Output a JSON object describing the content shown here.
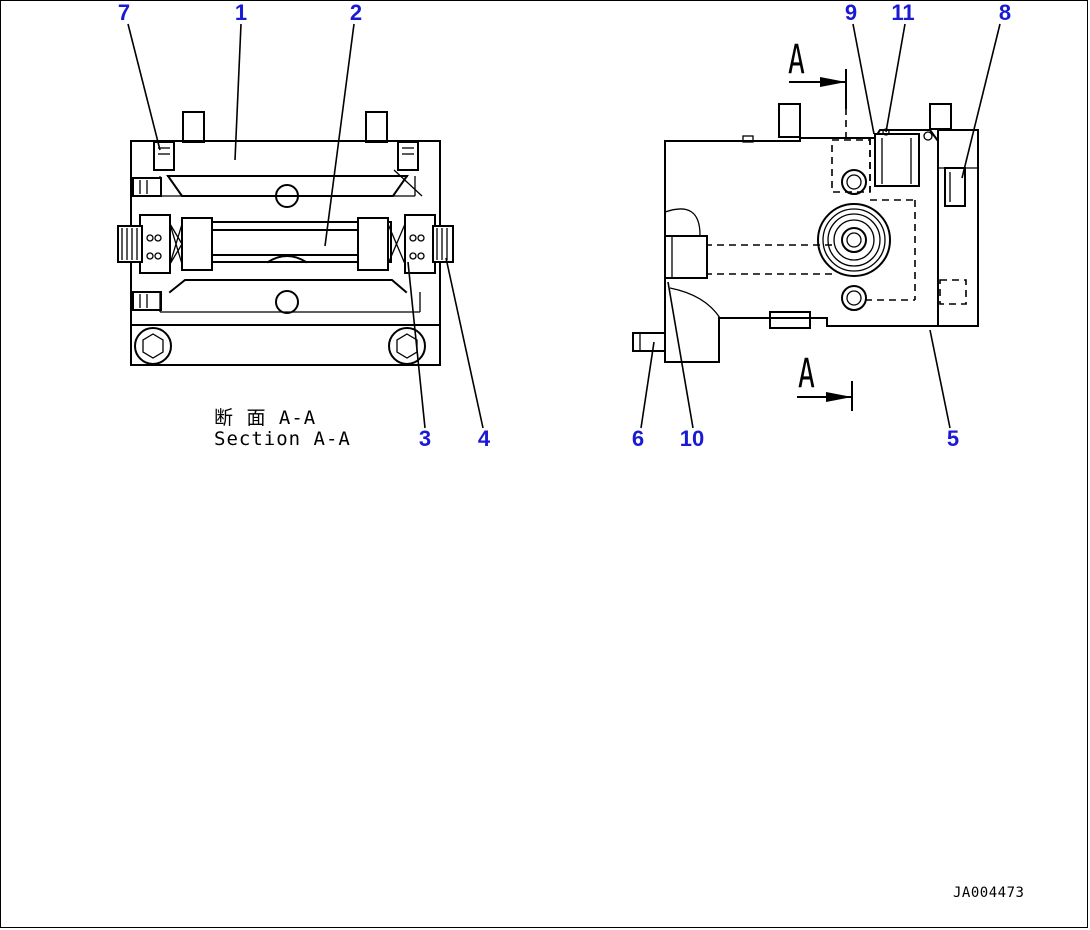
{
  "drawing": {
    "callouts": [
      {
        "id": "c1",
        "label": "1"
      },
      {
        "id": "c2",
        "label": "2"
      },
      {
        "id": "c3",
        "label": "3"
      },
      {
        "id": "c4",
        "label": "4"
      },
      {
        "id": "c5",
        "label": "5"
      },
      {
        "id": "c6",
        "label": "6"
      },
      {
        "id": "c7",
        "label": "7"
      },
      {
        "id": "c8",
        "label": "8"
      },
      {
        "id": "c9",
        "label": "9"
      },
      {
        "id": "c10",
        "label": "10"
      },
      {
        "id": "c11",
        "label": "11"
      }
    ],
    "caption_jp": "断 面 A-A",
    "caption_en": "Section A-A",
    "section_mark_top": "A",
    "section_mark_bottom": "A",
    "drawing_code": "JA004473",
    "callout_color": "#1a1ad6"
  }
}
